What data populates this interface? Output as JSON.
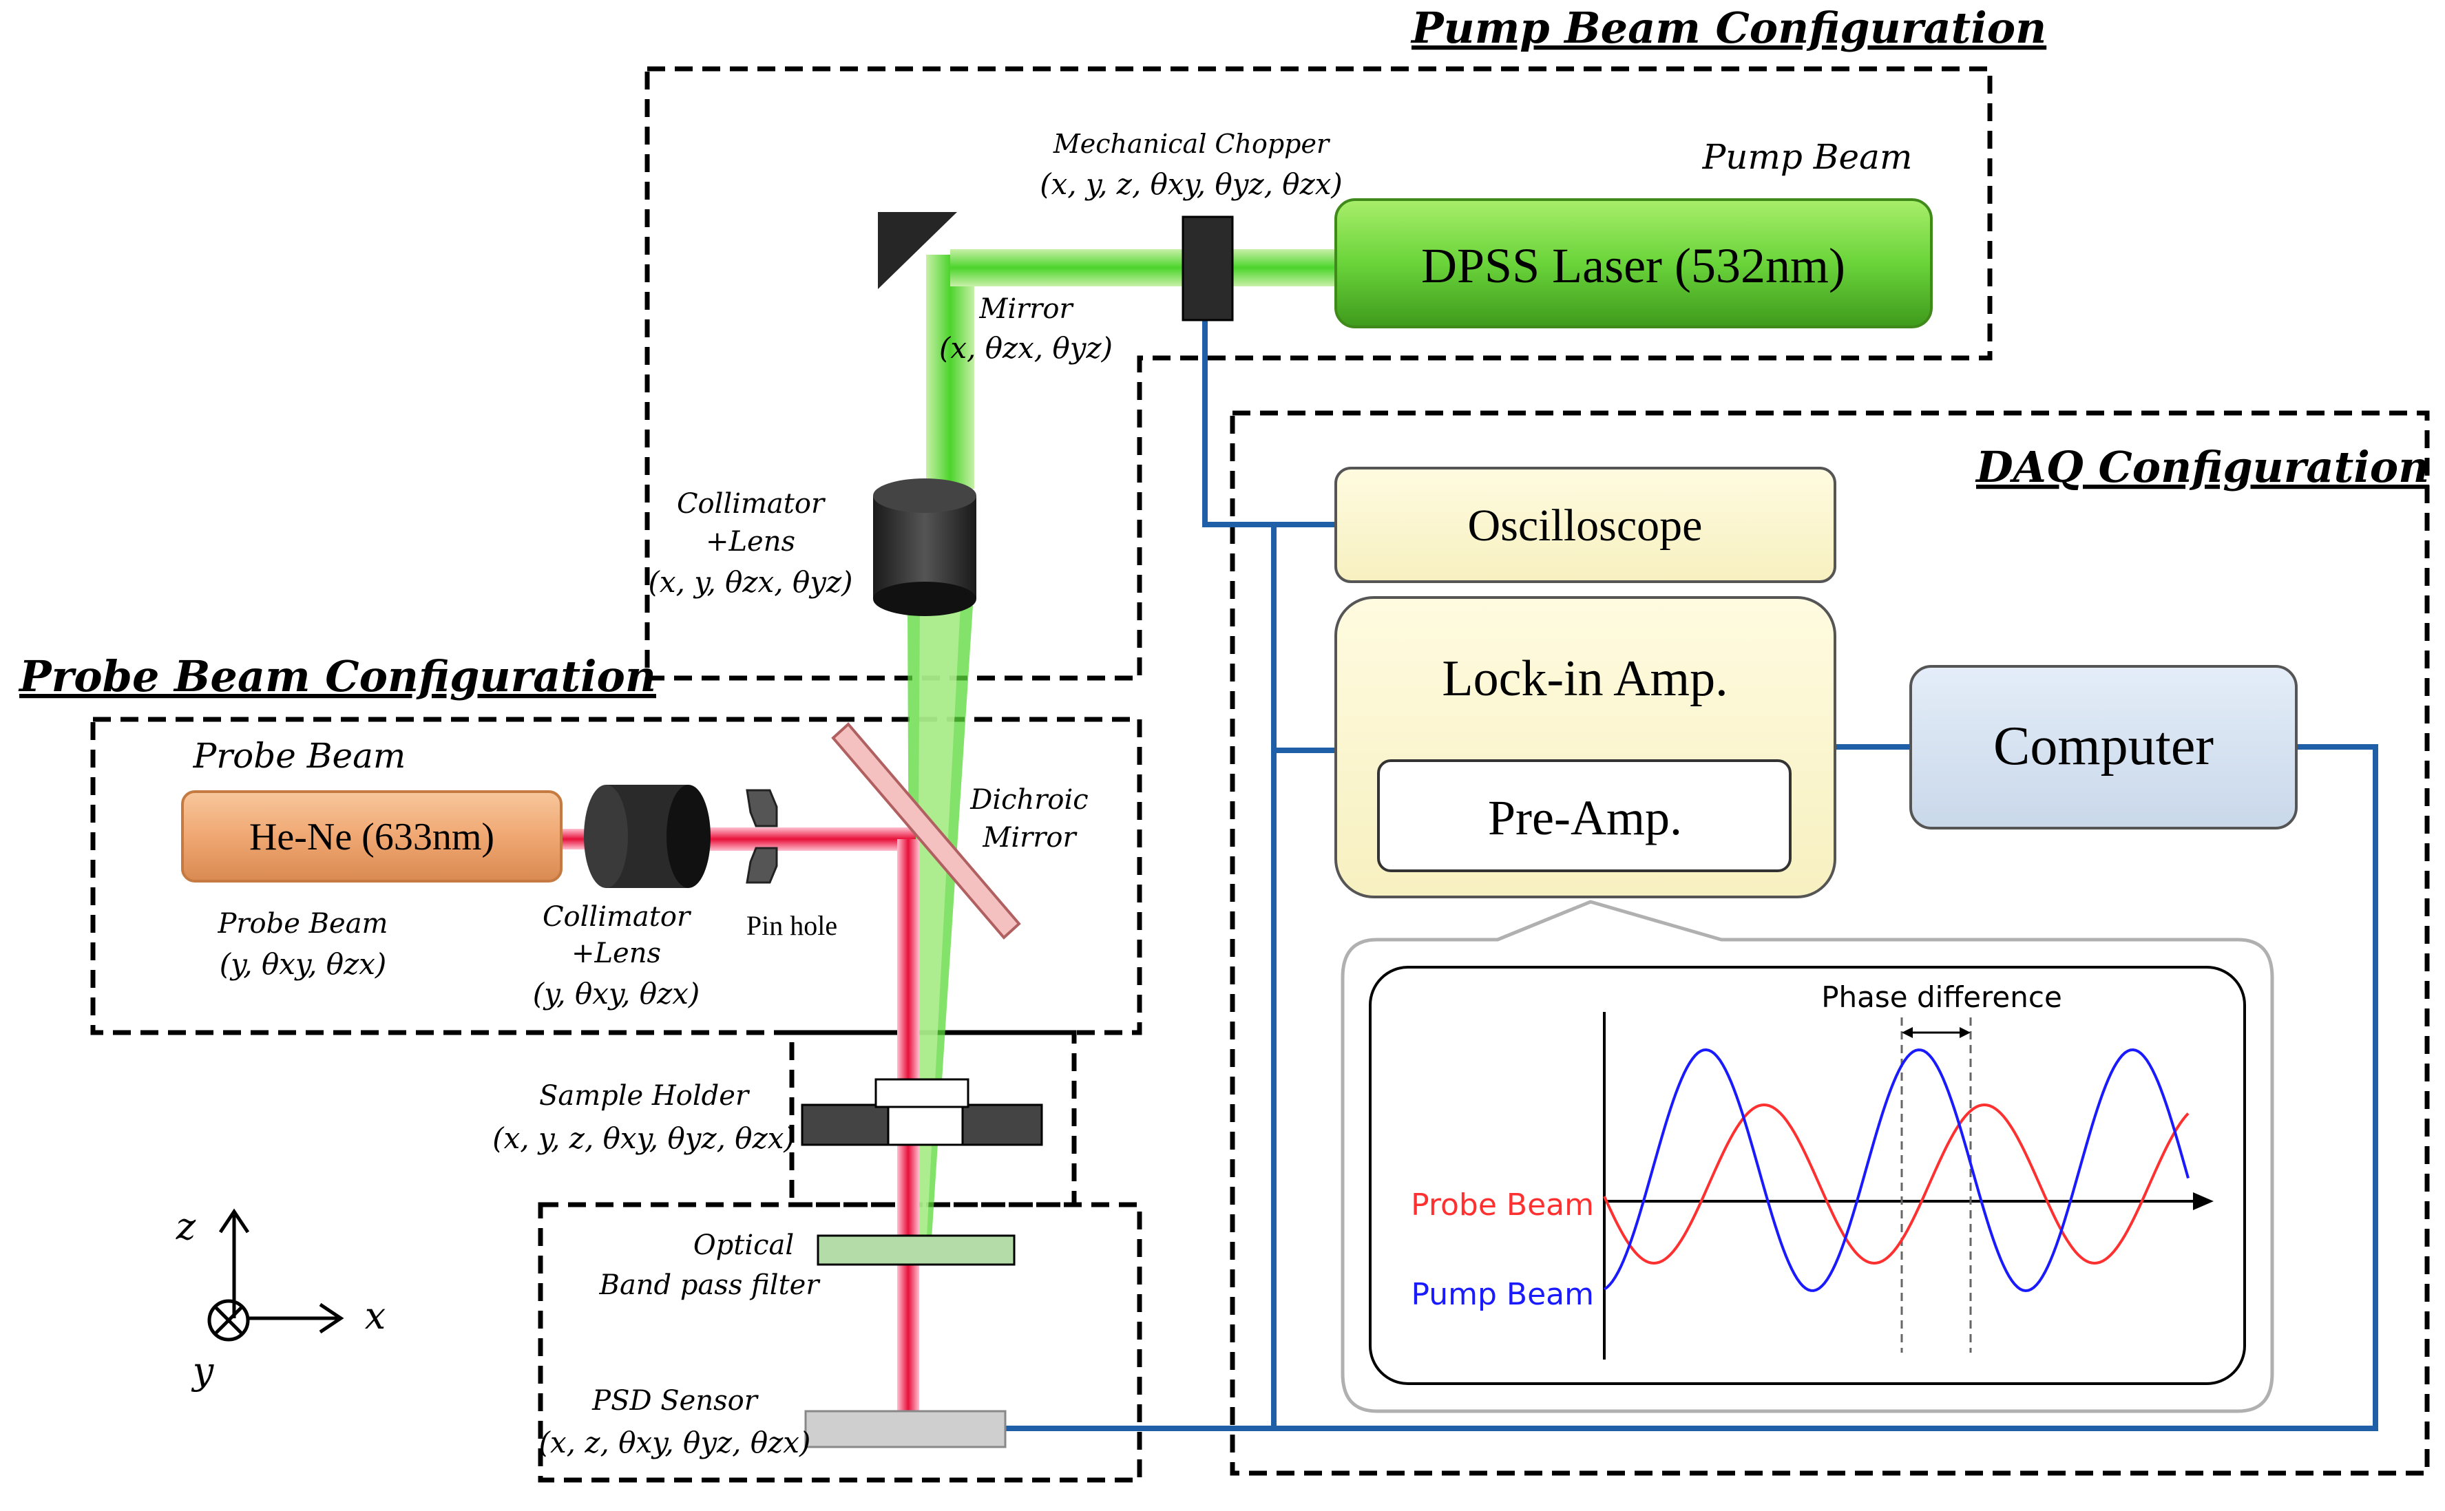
{
  "titles": {
    "pump": "Pump Beam Configuration",
    "probe": "Probe Beam Configuration",
    "daq": "DAQ Configuration"
  },
  "pump": {
    "beam_label": "Pump Beam",
    "laser_label": "DPSS Laser (532nm)",
    "chopper_name": "Mechanical Chopper",
    "chopper_dof": "(x, y, z, θxy, θyz, θzx)",
    "mirror_name": "Mirror",
    "mirror_dof": "(x, θzx, θyz)",
    "collimator_name": "Collimator",
    "collimator_name2": "+Lens",
    "collimator_dof": "(x, y, θzx, θyz)"
  },
  "probe": {
    "beam_label": "Probe Beam",
    "laser_label": "He-Ne (633nm)",
    "probe_name": "Probe Beam",
    "probe_dof": "(y, θxy, θzx)",
    "collimator_name": "Collimator",
    "collimator_name2": "+Lens",
    "collimator_dof": "(y, θxy, θzx)",
    "pinhole_label": "Pin hole",
    "dichroic_name": "Dichroic",
    "dichroic_name2": "Mirror"
  },
  "sample": {
    "holder_name": "Sample Holder",
    "holder_dof": "(x, y, z, θxy, θyz, θzx)",
    "filter_name": "Optical",
    "filter_name2": "Band pass filter",
    "psd_name": "PSD Sensor",
    "psd_dof": "(x, z, θxy, θyz, θzx)"
  },
  "axes": {
    "z": "z",
    "x": "x",
    "y": "y"
  },
  "daq": {
    "oscilloscope": "Oscilloscope",
    "lockin": "Lock-in Amp.",
    "preamp": "Pre-Amp.",
    "computer": "Computer"
  },
  "inset": {
    "phase_label": "Phase  difference",
    "probe_label": "Probe Beam",
    "pump_label": "Pump Beam"
  },
  "colors": {
    "pump_green": "#6ad43a",
    "probe_red": "#e8103a",
    "cable_blue": "#1f5fa8",
    "probe_wave": "#ff3030",
    "pump_wave": "#1a1aff"
  }
}
